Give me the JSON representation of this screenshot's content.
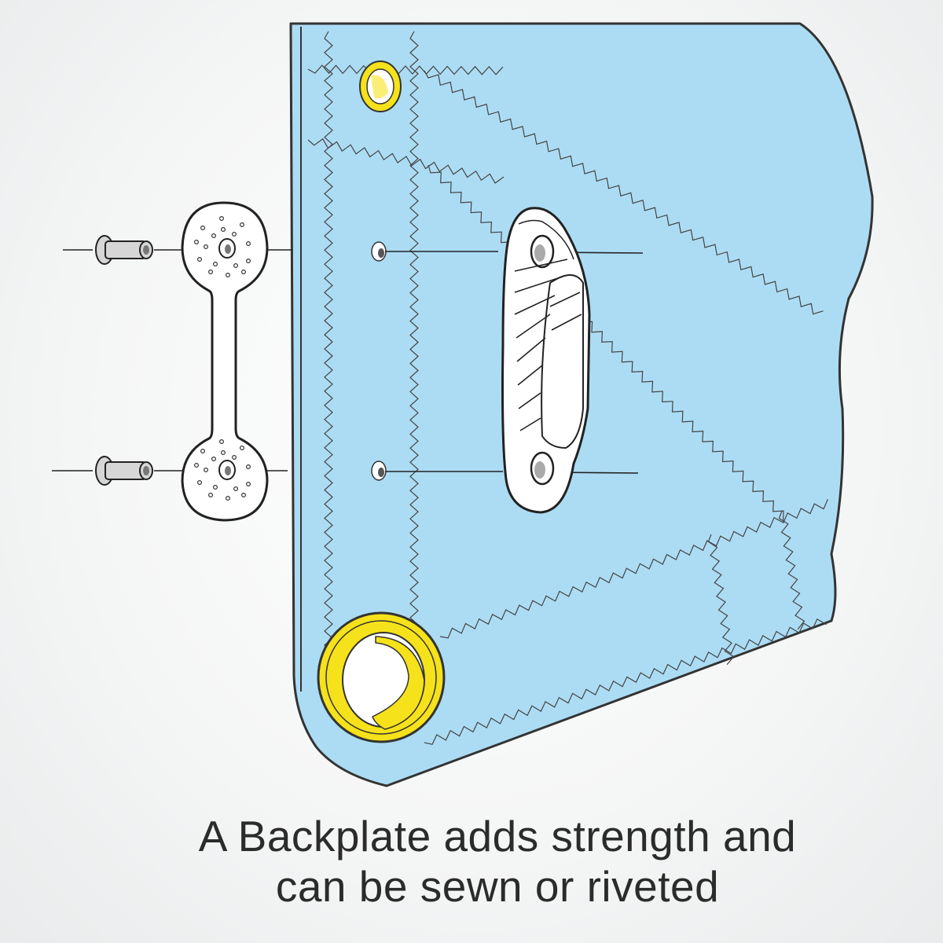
{
  "caption": {
    "line1": "A Backplate adds strength and",
    "line2": "can be sewn or riveted"
  },
  "colors": {
    "sail": "#acdcf4",
    "sail_outline": "#333333",
    "grommet": "#f6e21a",
    "hardware": "#ffffff",
    "rivet": "#d6d6d6",
    "background": "#f2f3f3"
  },
  "parts": [
    "sail-panel",
    "grommet",
    "cleat",
    "backplate",
    "rivet"
  ]
}
